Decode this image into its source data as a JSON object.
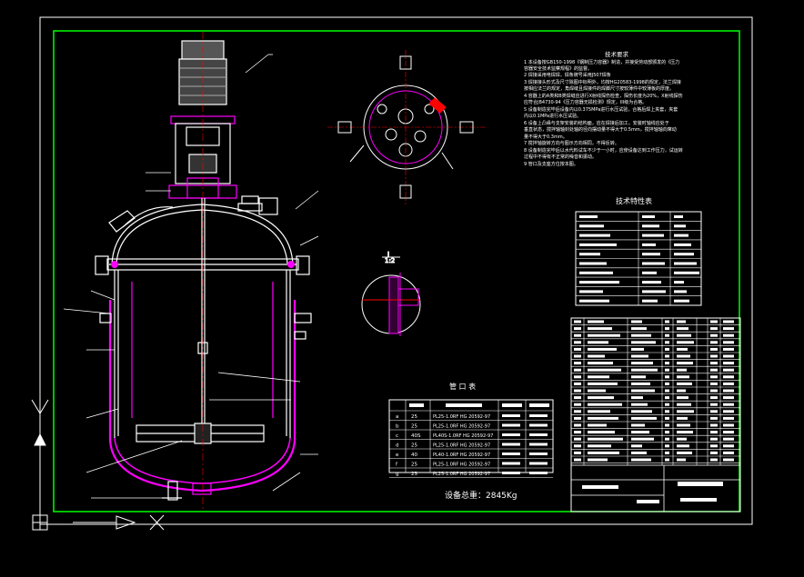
{
  "drawing": {
    "tech_req_title": "技术要求",
    "tech_req_lines": [
      "1 本设备按GB150-1998《钢制压力容器》制造，并接受劳动部颁发的《压力",
      "容器安全技术监察规程》的监督。",
      "2 焊接采用电焊焊，焊条牌号采用J507焊条",
      "3 焊接接头形式及尺寸除图中标明外，均按HG20583-1998的规定，法兰焊接",
      "按相应法兰的规定，角焊缝且焊接件的焊脚尺寸按较薄件中较薄板的厚度。",
      "4 容器上的A类和B类焊缝应进行X射线探伤检查，探伤长度为20%，X射线探伤",
      "应符合JB4730-94《压力容器无损检测》规定，III级为合格。",
      "5 设备制造完毕后设备内以0.375MPa进行水压试验，合格后焊上夹套，夹套",
      "内以0.1MPa进行水压试验。",
      "6 设备上凸缘与支架安装的结构面，应在焊接后加工，安装时轴线应处于",
      "垂直状态，搅拌轴轴封处轴的径向摆动量不得大于0.5mm，搅拌轴轴向窜动",
      "量不得大于0.3mm。",
      "7 搅拌轴旋转方向与图示方向相同，不得反转。",
      "8 设备制造完毕后以水代料试车不少于一小时，应使设备达到工作压力，试运转",
      "过程中不得有不正常的噪音和振动。",
      "9 管口及支座方位按本图。"
    ],
    "tech_char_title": "技术特性表",
    "nozzle_title": "管 口 表",
    "nozzle_rows": [
      [
        "a",
        "25",
        "PL25-1.0RF HG 20592-97"
      ],
      [
        "b",
        "25",
        "PL25-1.0RF HG 20592-97"
      ],
      [
        "c",
        "40S",
        "PL40S-1.0RF HG 20592-97"
      ],
      [
        "d",
        "25",
        "PL25-1.0RF HG 20592-97"
      ],
      [
        "e",
        "40",
        "PL40-1.0RF HG 20592-97"
      ],
      [
        "f",
        "25",
        "PL25-1.0RF HG 20592-97"
      ],
      [
        "g",
        "25",
        "PL25-1.0RF HG 20592-97"
      ]
    ],
    "total_weight": "设备总重：2845Kg",
    "section_label_top": "I",
    "section_label_scale": "1:2",
    "colors": {
      "outer_frame": "#ffffff",
      "inner_frame": "#00ff00",
      "vessel": "#ff00ff",
      "line": "#ffffff",
      "accent": "#ff0000"
    }
  }
}
